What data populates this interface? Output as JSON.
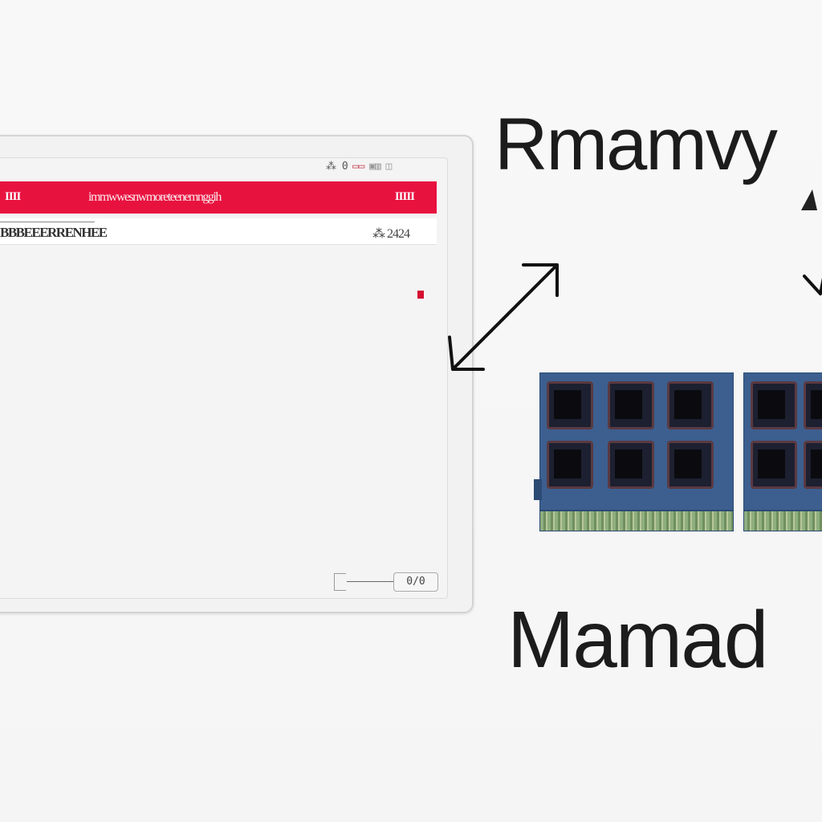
{
  "window": {
    "controls": [
      "⁂ 0",
      "▭▭",
      "▣▥",
      "◫"
    ],
    "toolbar": {
      "left_label": "IIII",
      "title": "immwwesnwmoreteenemnggih",
      "right_label": "IIIII"
    },
    "subrow": {
      "left_text": "BBBEEERRENHEE",
      "right_text": "⁂ 2424"
    },
    "status": {
      "zoom_label": "0/0"
    }
  },
  "headings": {
    "top": "Rmamvy",
    "bottom": "Mamad"
  },
  "colors": {
    "accent": "#e8123f",
    "ram_board": "#3c5f8f",
    "text": "#1c1c1c"
  },
  "icons": {
    "arrow_left": "double-arrow-icon",
    "arrow_right": "chevron-down-icon",
    "ram": "ram-module-icon"
  }
}
